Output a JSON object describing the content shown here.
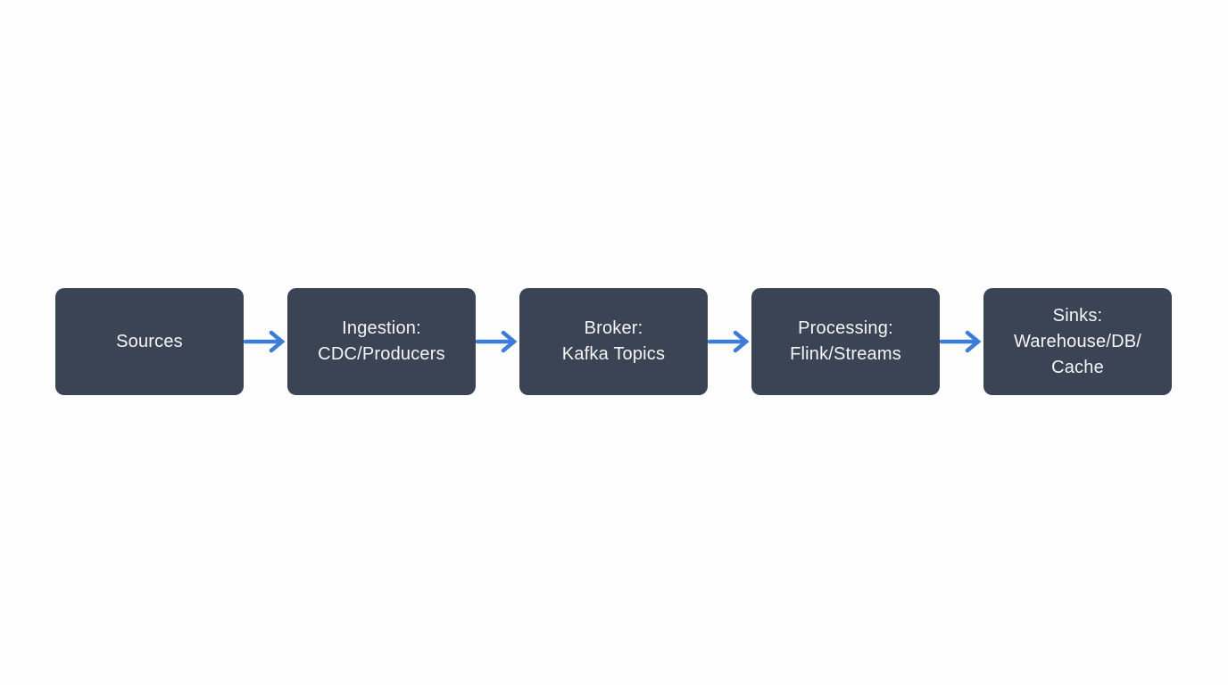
{
  "diagram": {
    "type": "flowchart",
    "direction": "left-to-right",
    "nodes": [
      {
        "id": "sources",
        "label": "Sources"
      },
      {
        "id": "ingestion",
        "label": "Ingestion:\nCDC/Producers"
      },
      {
        "id": "broker",
        "label": "Broker:\nKafka Topics"
      },
      {
        "id": "processing",
        "label": "Processing:\nFlink/Streams"
      },
      {
        "id": "sinks",
        "label": "Sinks:\nWarehouse/DB/\nCache"
      }
    ],
    "arrows": [
      {
        "from": "sources",
        "to": "ingestion"
      },
      {
        "from": "ingestion",
        "to": "broker"
      },
      {
        "from": "broker",
        "to": "processing"
      },
      {
        "from": "processing",
        "to": "sinks"
      }
    ],
    "colors": {
      "background": "#FEFEFE",
      "node_fill": "#3A4454",
      "node_text": "#F4F6F9",
      "arrow": "#3C7CDA"
    }
  }
}
